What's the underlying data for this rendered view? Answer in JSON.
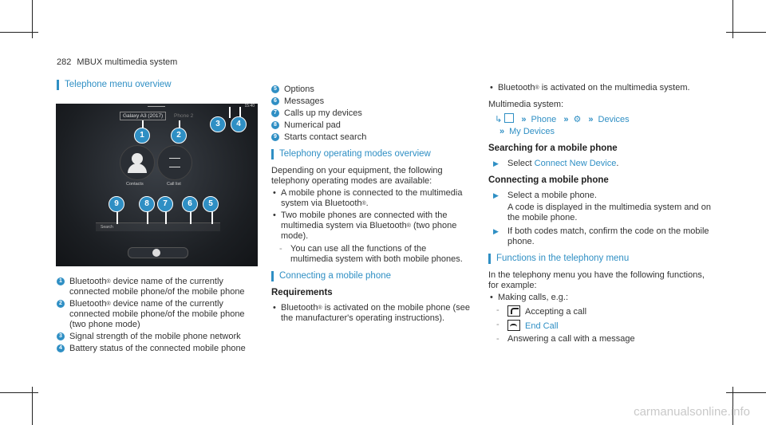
{
  "header": {
    "page_number": "282",
    "section": "MBUX multimedia system"
  },
  "screenshot": {
    "tab_active": "Galaxy A3 (2017)",
    "tab_inactive": "Phone 2",
    "time": "15:40",
    "contacts_label": "Contacts",
    "call_list_label": "Call list",
    "search_label": "Search",
    "callouts": [
      "1",
      "2",
      "3",
      "4",
      "9",
      "8",
      "7",
      "6",
      "5"
    ]
  },
  "col1": {
    "section_title": "Telephone menu overview",
    "items": [
      {
        "num": "1",
        "text_a": "Bluetooth",
        "sup": "®",
        "text_b": " device name of the currently connected mobile phone/of the mobile phone"
      },
      {
        "num": "2",
        "text_a": "Bluetooth",
        "sup": "®",
        "text_b": " device name of the currently connected mobile phone/of the mobile phone (two phone mode)"
      },
      {
        "num": "3",
        "text_a": "Signal strength of the mobile phone network",
        "sup": "",
        "text_b": ""
      },
      {
        "num": "4",
        "text_a": "Battery status of the connected mobile phone",
        "sup": "",
        "text_b": ""
      }
    ]
  },
  "col2": {
    "items": [
      {
        "num": "5",
        "text": "Options"
      },
      {
        "num": "6",
        "text": "Messages"
      },
      {
        "num": "7",
        "text": "Calls up my devices"
      },
      {
        "num": "8",
        "text": "Numerical pad"
      },
      {
        "num": "9",
        "text": "Starts contact search"
      }
    ],
    "section_title": "Telephony operating modes overview",
    "intro": "Depending on your equipment, the following telephony operating modes are available:",
    "bullet1_a": "A mobile phone is connected to the multimedia system via Bluetooth",
    "bullet1_sup": "®",
    "bullet1_b": ".",
    "bullet2_a": "Two mobile phones are connected with the multimedia system via Bluetooth",
    "bullet2_sup": "®",
    "bullet2_b": " (two phone mode).",
    "dash1": "You can use all the functions of the multimedia system with both mobile phones.",
    "section_title_2": "Connecting a mobile phone",
    "requirements_title": "Requirements",
    "req_a": "Bluetooth",
    "req_sup": "®",
    "req_b": " is activated on the mobile phone (see the manufacturer's operating instructions)."
  },
  "col3": {
    "bullet_a": "Bluetooth",
    "bullet_sup": "®",
    "bullet_b": " is activated on the multimedia system.",
    "ms_label": "Multimedia system:",
    "path_phone": "Phone",
    "path_devices": "Devices",
    "path_my_devices": "My Devices",
    "search_title": "Searching for a mobile phone",
    "select_prefix": "Select ",
    "select_link": "Connect New Device",
    "select_suffix": ".",
    "connecting_title": "Connecting a mobile phone",
    "step1a": "Select a mobile phone.",
    "step1b": "A code is displayed in the multimedia system and on the mobile phone.",
    "step2": "If both codes match, confirm the code on the mobile phone.",
    "functions_title": "Functions in the telephony menu",
    "functions_intro": "In the telephony menu you have the following functions, for example:",
    "making_calls": "Making calls, e.g.:",
    "accept_call": "Accepting a call",
    "end_call": "End Call",
    "answer_msg": "Answering a call with a message"
  },
  "watermark": "carmanualsonline.info"
}
